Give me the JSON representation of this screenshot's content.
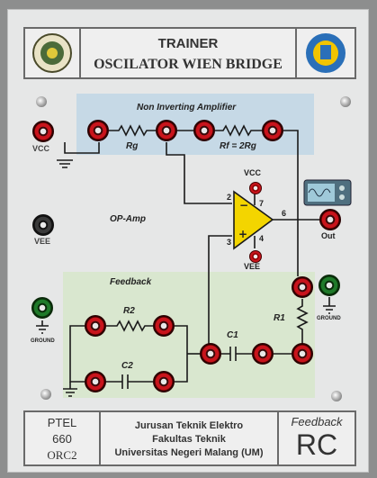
{
  "header": {
    "title_line1": "TRAINER",
    "title_line2": "OSCILATOR WIEN BRIDGE"
  },
  "labels": {
    "section_amp": "Non Inverting Amplifier",
    "rg": "Rg",
    "rf": "Rf = 2Rg",
    "vcc_jack": "VCC",
    "vcc_op": "VCC",
    "opamp": "OP-Amp",
    "vee_jack": "VEE",
    "vee_op": "VEE",
    "out": "Out",
    "feedback_section": "Feedback",
    "r2": "R2",
    "c2": "C2",
    "c1": "C1",
    "r1": "R1",
    "ground_left": "GROUND",
    "ground_right": "GROUND",
    "pin2": "2",
    "pin3": "3",
    "pin4": "4",
    "pin6": "6",
    "pin7": "7"
  },
  "footer": {
    "code1": "PTEL",
    "code2": "660",
    "code3": "ORC2",
    "inst1": "Jurusan Teknik Elektro",
    "inst2": "Fakultas Teknik",
    "inst3": "Universitas Negeri Malang (UM)",
    "feedback_label": "Feedback",
    "feedback_type": "RC"
  },
  "colors": {
    "panel": "#e6e7e7",
    "amp_area": "#c6d9e6",
    "feedback_area": "#d9e7cf",
    "opamp": "#f3d500",
    "jack_red": "#c8141c"
  }
}
